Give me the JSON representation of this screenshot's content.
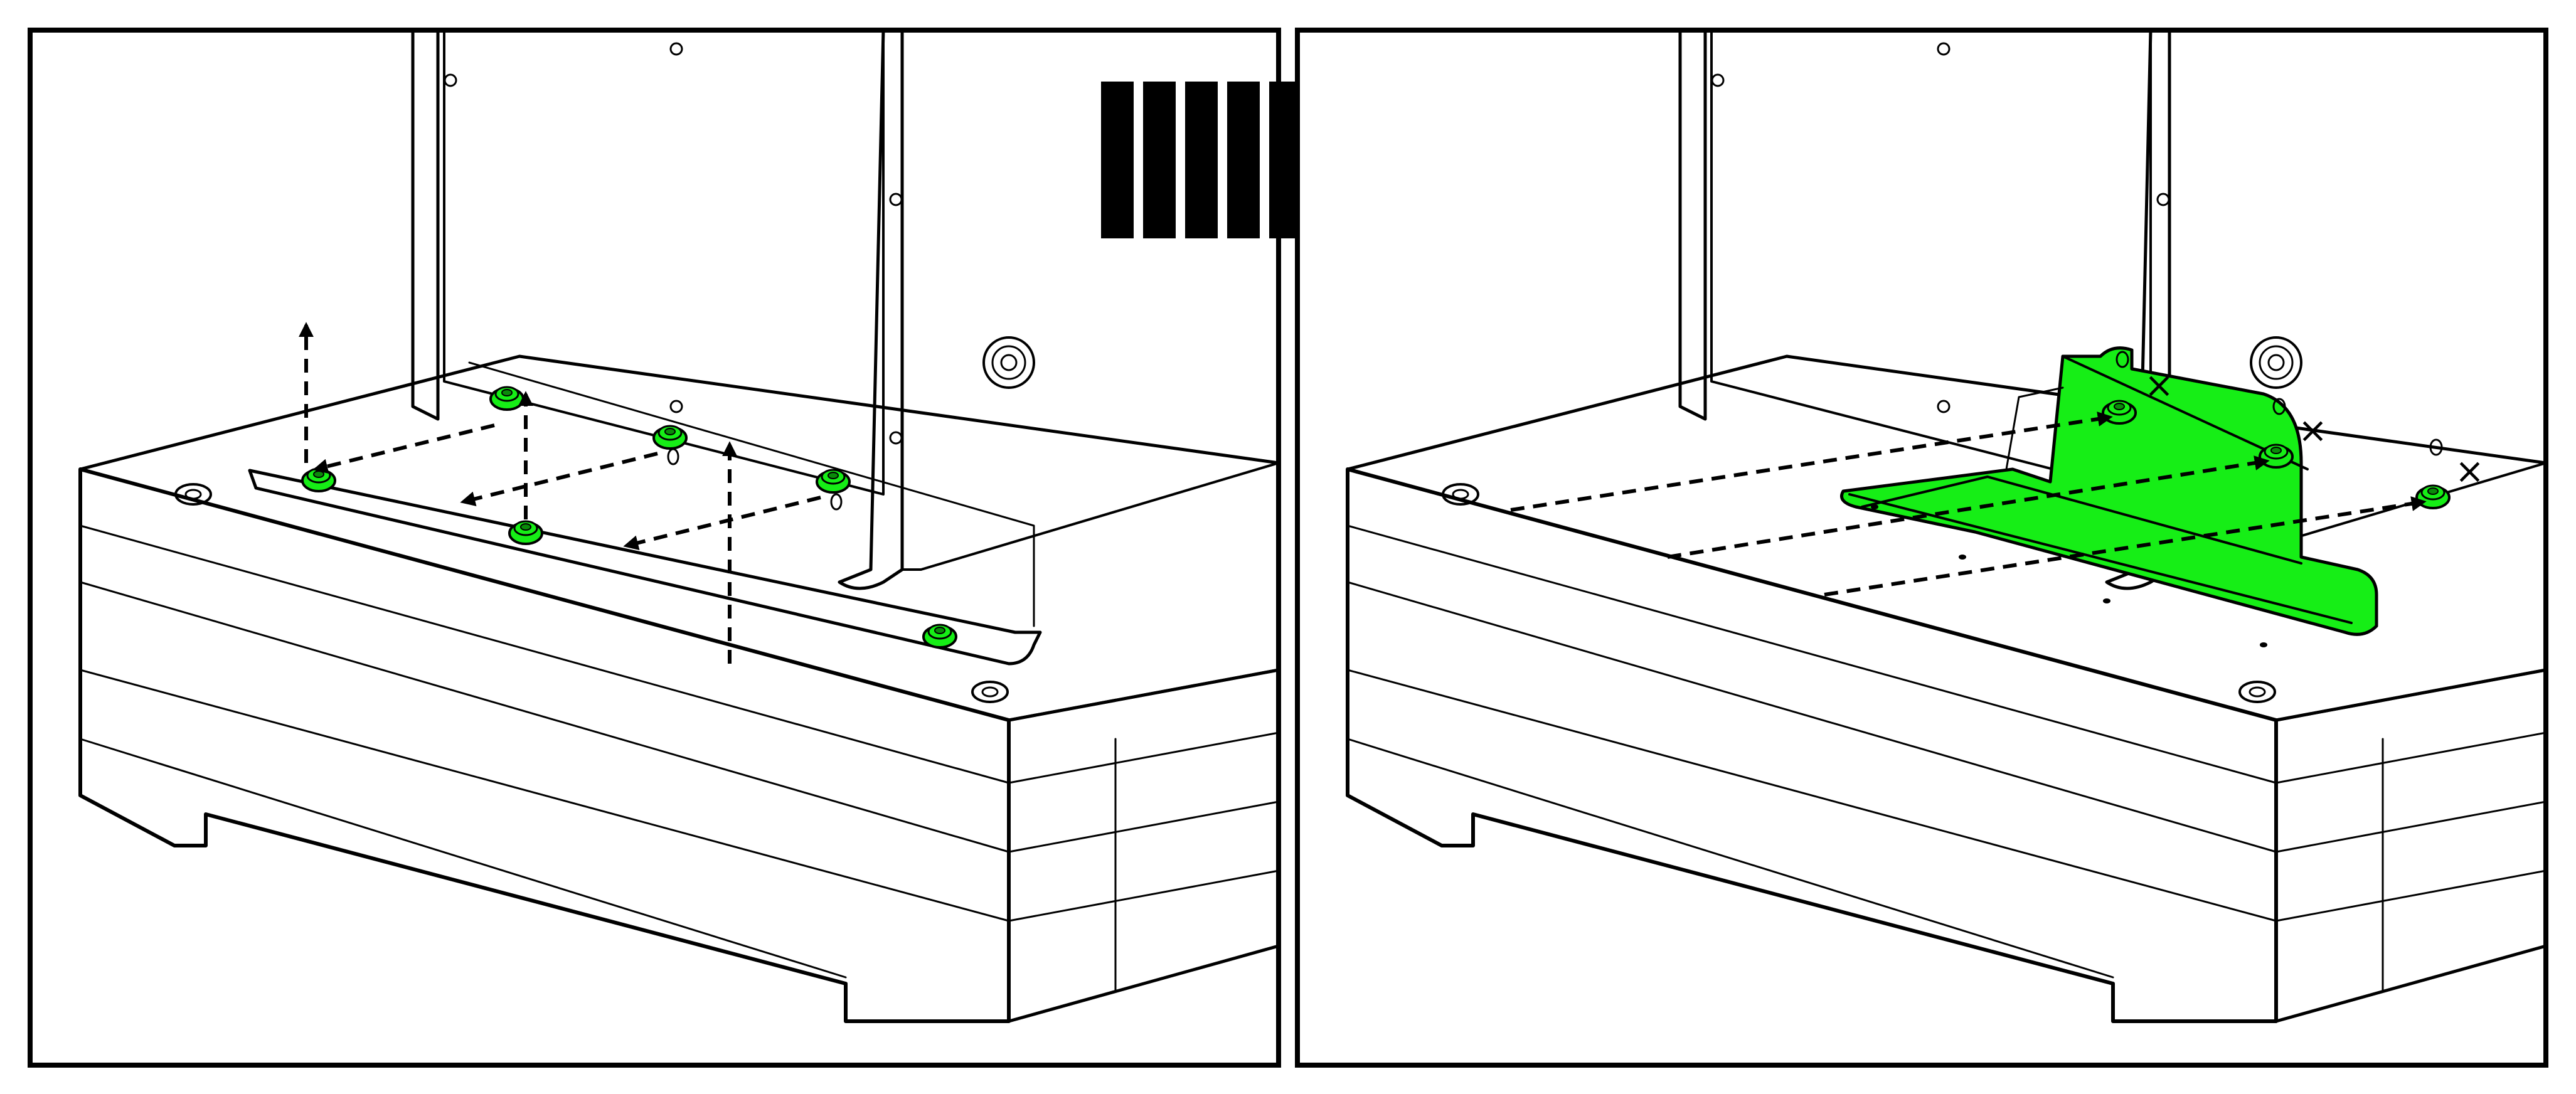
{
  "figure": {
    "panels": [
      {
        "id": "before",
        "step": "remove-bolts"
      },
      {
        "id": "after",
        "step": "install-bracket"
      }
    ],
    "arrow_icon": "right-arrow-icon",
    "highlight_color": "#16ee16",
    "line_color": "#000000",
    "background_color": "#ffffff",
    "marks": {
      "unused_hole": "×"
    }
  }
}
